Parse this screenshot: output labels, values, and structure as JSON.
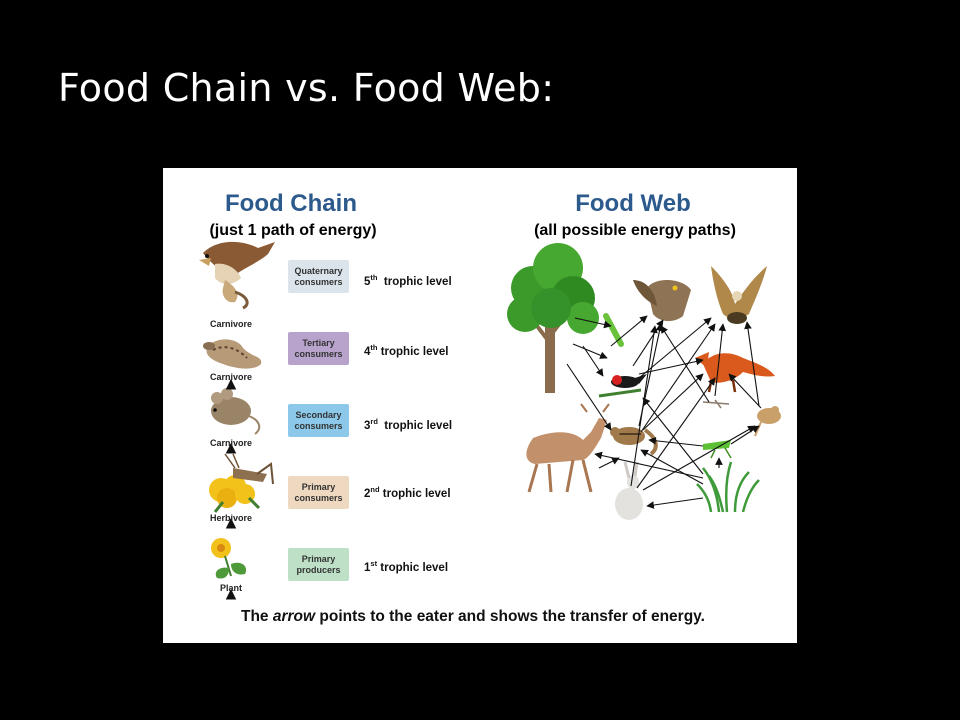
{
  "slide": {
    "title": "Food Chain vs. Food Web:"
  },
  "chain": {
    "title": "Food Chain",
    "subtitle": "(just 1 path of energy)",
    "levels": [
      {
        "box": "Quaternary\nconsumers",
        "num": "5",
        "sup": "th",
        "label": "trophic level",
        "color": "#dbe4ea"
      },
      {
        "box": "Tertiary\nconsumers",
        "num": "4",
        "sup": "th",
        "label": "trophic level",
        "color": "#b7a3cc"
      },
      {
        "box": "Secondary\nconsumers",
        "num": "3",
        "sup": "rd",
        "label": "trophic level",
        "color": "#8cc8ea"
      },
      {
        "box": "Primary\nconsumers",
        "num": "2",
        "sup": "nd",
        "label": "trophic level",
        "color": "#eed9c0"
      },
      {
        "box": "Primary\nproducers",
        "num": "1",
        "sup": "st",
        "label": "trophic level",
        "color": "#bde0c6"
      }
    ],
    "roles": [
      "Carnivore",
      "Carnivore",
      "Carnivore",
      "Herbivore",
      "Plant"
    ]
  },
  "web": {
    "title": "Food Web",
    "subtitle": "(all possible energy paths)"
  },
  "caption": {
    "pre": "The ",
    "em": "arrow",
    "post": " points to the eater and shows the transfer of energy."
  }
}
